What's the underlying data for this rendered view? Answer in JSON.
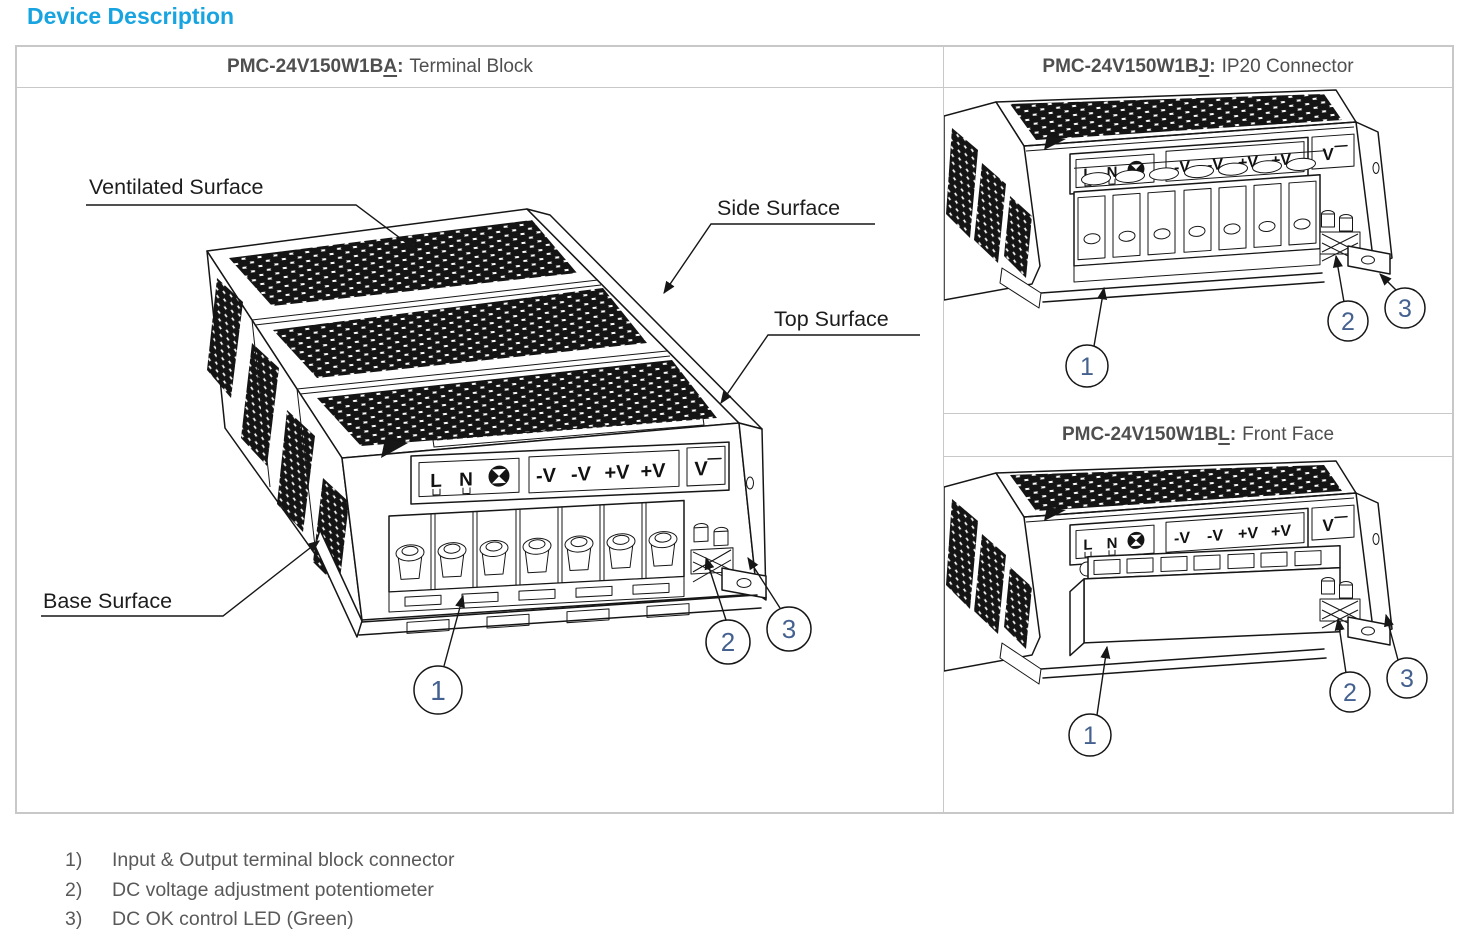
{
  "heading": "Device Description",
  "colon": ":",
  "panels": {
    "a": {
      "model_prefix": "PMC-24V150W1B",
      "model_suffix": "A",
      "type_label": "Terminal Block"
    },
    "j": {
      "model_prefix": "PMC-24V150W1B",
      "model_suffix": "J",
      "type_label": "IP20 Connector"
    },
    "l": {
      "model_prefix": "PMC-24V150W1B",
      "model_suffix": "L",
      "type_label": "Front Face"
    }
  },
  "surface_labels": {
    "ventilated": "Ventilated Surface",
    "side": "Side Surface",
    "top": "Top Surface",
    "base": "Base Surface"
  },
  "markings": {
    "line": "L",
    "neutral": "N",
    "terminals": [
      "-V",
      "-V",
      "+V",
      "+V"
    ],
    "dc_ok": "V"
  },
  "callouts": [
    "1",
    "2",
    "3"
  ],
  "notes": [
    {
      "num": "1)",
      "text": "Input & Output terminal block connector"
    },
    {
      "num": "2)",
      "text": "DC voltage adjustment potentiometer"
    },
    {
      "num": "3)",
      "text": "DC OK control LED (Green)"
    }
  ],
  "colors": {
    "accent": "#18a4e0",
    "body_text": "#595959",
    "line_art": "#161616",
    "callout_number": "#44618f",
    "table_border": "#c8c8c8"
  }
}
